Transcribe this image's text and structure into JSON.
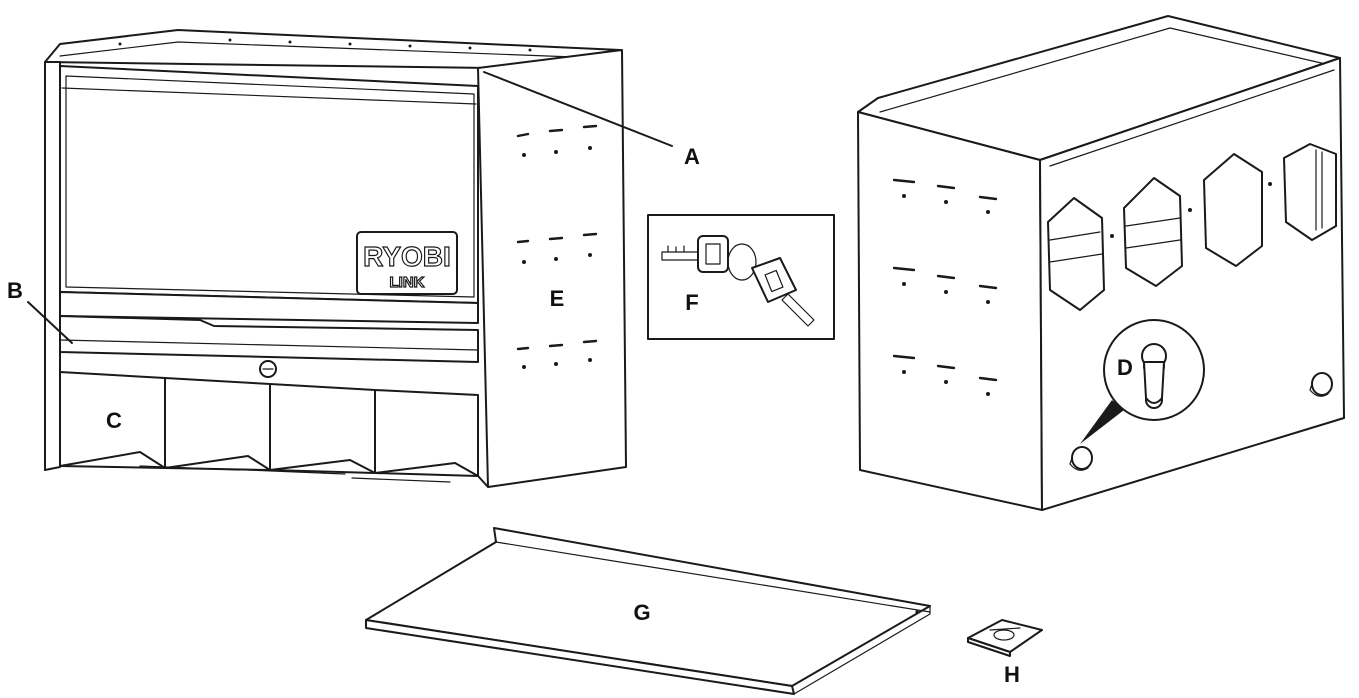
{
  "labels": {
    "a": "A",
    "b": "B",
    "c": "C",
    "d": "D",
    "e": "E",
    "f": "F",
    "g": "G",
    "h": "H"
  },
  "logo": {
    "line1": "RYOBI",
    "line2": "LINK"
  },
  "colors": {
    "ink": "#1a1a1a",
    "paper": "#ffffff"
  }
}
